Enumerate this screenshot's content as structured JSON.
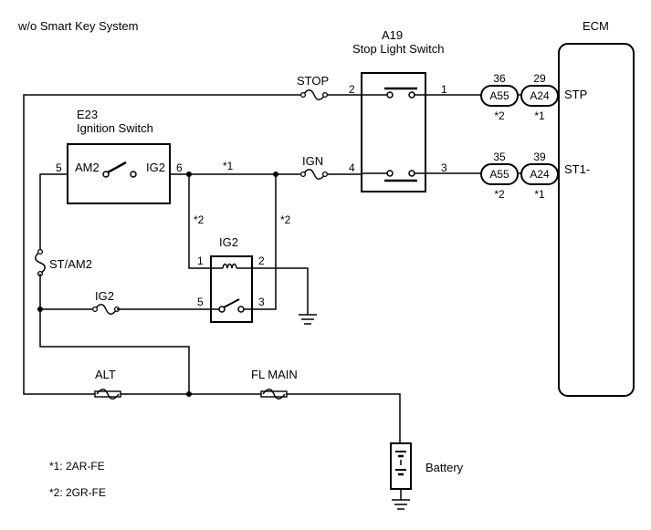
{
  "header": {
    "variant": "w/o Smart Key System"
  },
  "ecm": {
    "label": "ECM",
    "terminal_stp": "STP",
    "terminal_st1": "ST1-"
  },
  "stop_switch": {
    "code": "A19",
    "name": "Stop Light Switch",
    "pin1": "1",
    "pin2": "2",
    "pin3": "3",
    "pin4": "4"
  },
  "ignition_switch": {
    "code": "E23",
    "name": "Ignition Switch",
    "terminal_am2": "AM2",
    "terminal_ig2": "IG2",
    "pin5": "5",
    "pin6": "6"
  },
  "ig2_relay": {
    "label": "IG2",
    "pin1": "1",
    "pin2": "2",
    "pin3": "3",
    "pin5": "5"
  },
  "connectors": {
    "top": {
      "a55_pin": "36",
      "a55": "A55",
      "a55_note": "*2",
      "a24_pin": "29",
      "a24": "A24",
      "a24_note": "*1"
    },
    "bottom": {
      "a55_pin": "35",
      "a55": "A55",
      "a55_note": "*2",
      "a24_pin": "39",
      "a24": "A24",
      "a24_note": "*1"
    }
  },
  "fuses": {
    "stop": "STOP",
    "ign": "IGN",
    "st_am2": "ST/AM2",
    "ig2": "IG2",
    "alt": "ALT",
    "fl_main": "FL MAIN"
  },
  "wire_notes": {
    "ig2_line": "*1",
    "left_branch": "*2",
    "right_branch": "*2"
  },
  "battery": "Battery",
  "legend": [
    "*1: 2AR-FE",
    "*2: 2GR-FE"
  ]
}
